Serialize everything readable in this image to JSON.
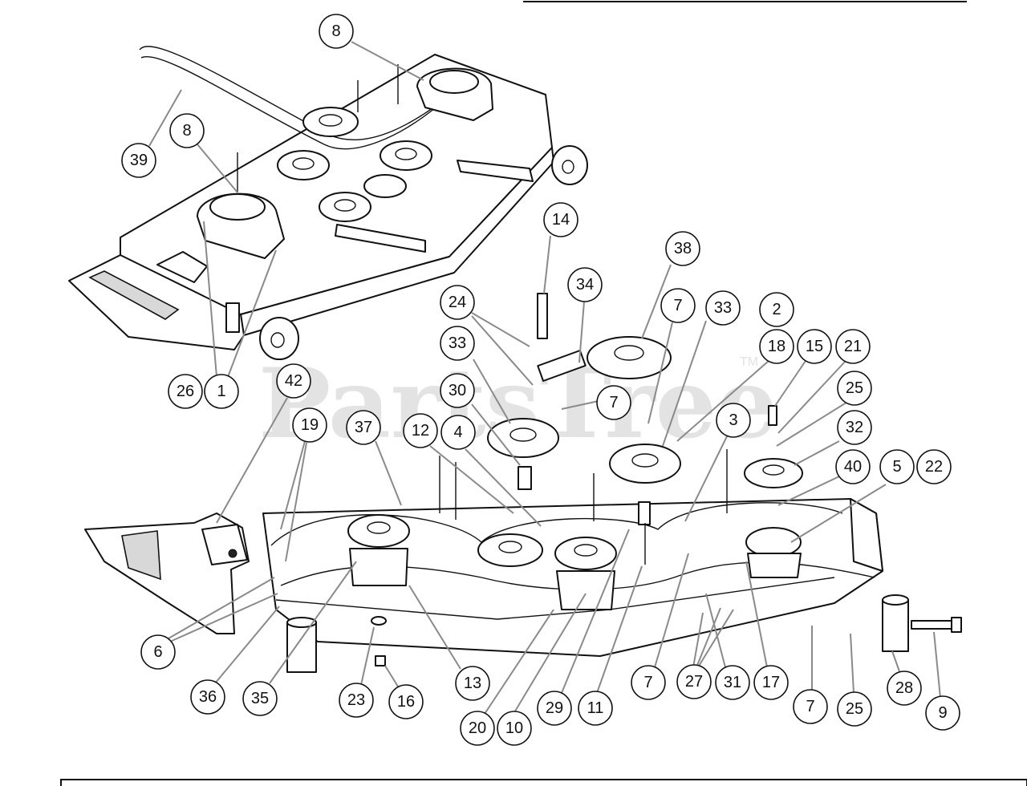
{
  "watermark": {
    "text": "PartsTree",
    "trademark": "TM"
  },
  "colors": {
    "line": "#111111",
    "leader": "#8a8a8a",
    "paper": "#ffffff",
    "watermark": "#e3e3e3"
  },
  "callouts": [
    {
      "label": "8"
    },
    {
      "label": "39"
    },
    {
      "label": "8"
    },
    {
      "label": "26"
    },
    {
      "label": "1"
    },
    {
      "label": "42"
    },
    {
      "label": "14"
    },
    {
      "label": "34"
    },
    {
      "label": "38"
    },
    {
      "label": "24"
    },
    {
      "label": "7"
    },
    {
      "label": "33"
    },
    {
      "label": "2"
    },
    {
      "label": "33"
    },
    {
      "label": "18"
    },
    {
      "label": "15"
    },
    {
      "label": "21"
    },
    {
      "label": "30"
    },
    {
      "label": "7"
    },
    {
      "label": "25"
    },
    {
      "label": "19"
    },
    {
      "label": "37"
    },
    {
      "label": "12"
    },
    {
      "label": "4"
    },
    {
      "label": "3"
    },
    {
      "label": "32"
    },
    {
      "label": "40"
    },
    {
      "label": "5"
    },
    {
      "label": "22"
    },
    {
      "label": "6"
    },
    {
      "label": "13"
    },
    {
      "label": "36"
    },
    {
      "label": "35"
    },
    {
      "label": "23"
    },
    {
      "label": "16"
    },
    {
      "label": "7"
    },
    {
      "label": "27"
    },
    {
      "label": "31"
    },
    {
      "label": "17"
    },
    {
      "label": "7"
    },
    {
      "label": "25"
    },
    {
      "label": "28"
    },
    {
      "label": "29"
    },
    {
      "label": "11"
    },
    {
      "label": "20"
    },
    {
      "label": "10"
    },
    {
      "label": "9"
    }
  ]
}
